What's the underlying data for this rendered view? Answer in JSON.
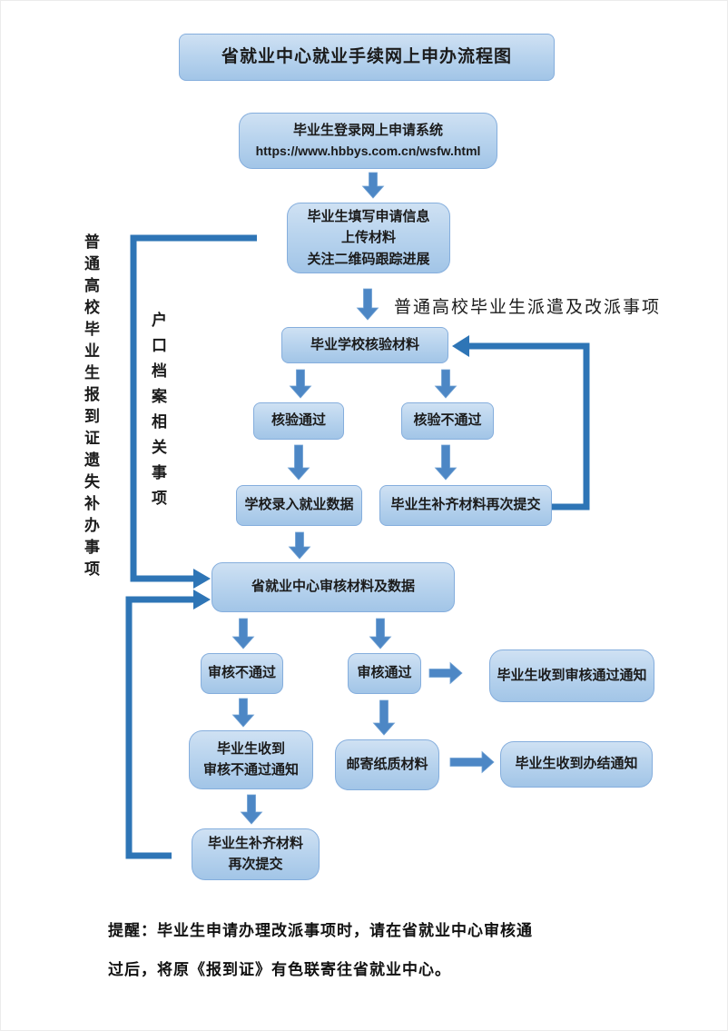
{
  "title": "省就业中心就业手续网上申办流程图",
  "nodes": {
    "login": {
      "line1": "毕业生登录网上申请系统",
      "line2": "https://www.hbbys.com.cn/wsfw.html"
    },
    "fill_info": {
      "text": "毕业生填写申请信息\n上传材料\n关注二维码跟踪进展"
    },
    "school_verify": {
      "text": "毕业学校核验材料"
    },
    "verify_pass": {
      "text": "核验通过"
    },
    "verify_fail": {
      "text": "核验不通过"
    },
    "school_enter": {
      "text": "学校录入就业数据"
    },
    "resubmit_top": {
      "text": "毕业生补齐材料再次提交"
    },
    "center_review": {
      "text": "省就业中心审核材料及数据"
    },
    "review_fail": {
      "text": "审核不通过"
    },
    "review_pass": {
      "text": "审核通过"
    },
    "notify_pass": {
      "text": "毕业生收到审核通过通知"
    },
    "notify_fail": {
      "text": "毕业生收到\n审核不通过通知"
    },
    "mail": {
      "text": "邮寄纸质材料"
    },
    "notify_done": {
      "text": "毕业生收到办结通知"
    },
    "resubmit_bottom": {
      "text": "毕业生补齐材料\n再次提交"
    }
  },
  "labels": {
    "dispatch_note": "普通高校毕业生派遣及改派事项",
    "side_outer": "普通高校毕业生报到证遗失补办事项",
    "side_inner": "户口档案相关事项",
    "reminder": "提醒：毕业生申请办理改派事项时，请在省就业中心审核通\n过后，将原《报到证》有色联寄往省就业中心。"
  },
  "colors": {
    "box_fill_top": "#cfe1f3",
    "box_fill_bottom": "#a2c5e7",
    "box_border": "#85aedd",
    "block_arrow": "#4d87c5",
    "connector_line": "#2e75b6",
    "text": "#1b1b1b"
  }
}
